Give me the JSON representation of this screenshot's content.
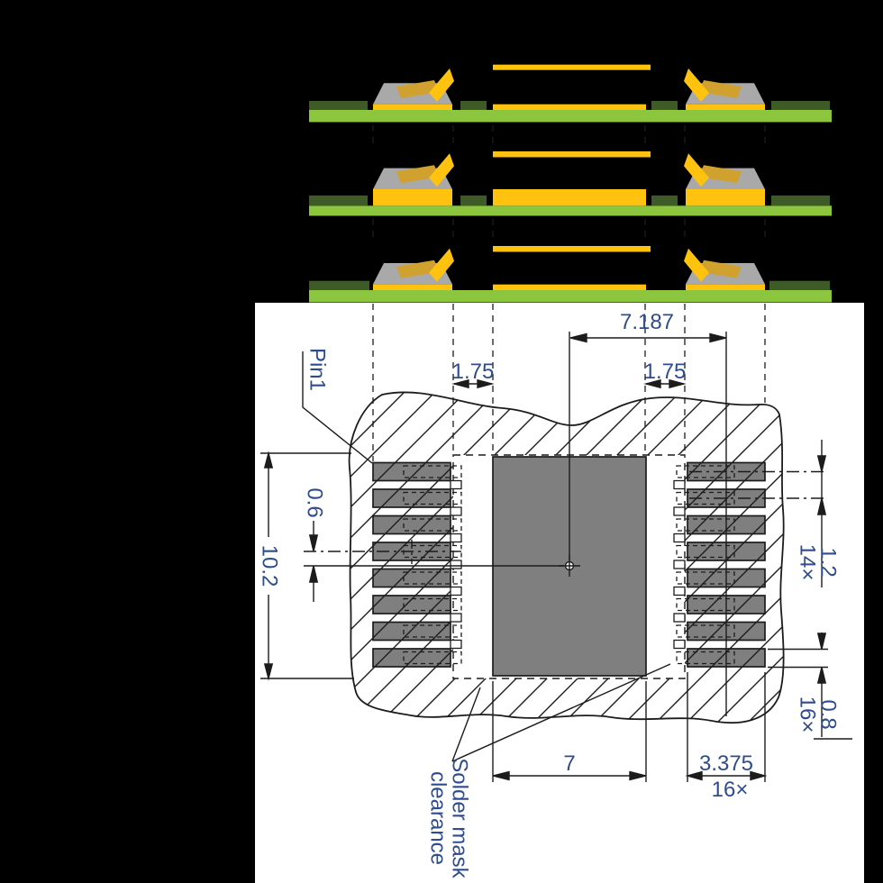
{
  "figure": {
    "type": "pcb-land-pattern-and-reflow-cross-sections",
    "labels": {
      "pin1": "Pin1",
      "solder_mask_line1": "Solder mask",
      "solder_mask_line2": "clearance"
    },
    "dimensions": {
      "pad_row_center_span": "7.187",
      "solder_mask_gap_left": "1.75",
      "solder_mask_gap_right": "1.75",
      "pattern_height": "10.2",
      "pad_center_offset": "0.6",
      "pad_pitch": "1.2",
      "pad_pitch_count": "14×",
      "pad_width": "0.8",
      "pad_width_count": "16×",
      "thermal_pad_size": "7",
      "pad_length": "3.375",
      "pad_length_count": "16×"
    },
    "colors": {
      "background": "#000000",
      "panel": "#ffffff",
      "pcb_substrate": "#8cc63f",
      "solder_mask_green": "#3e5b27",
      "copper_solder_yellow": "#ffc20e",
      "solder_fillet_gold": "#d0a12f",
      "lead_gray": "#a9a9a9",
      "pad_gray": "#7f7f7f",
      "line": "#1c1c1c",
      "dimension_text": "#2e4c8e"
    }
  }
}
